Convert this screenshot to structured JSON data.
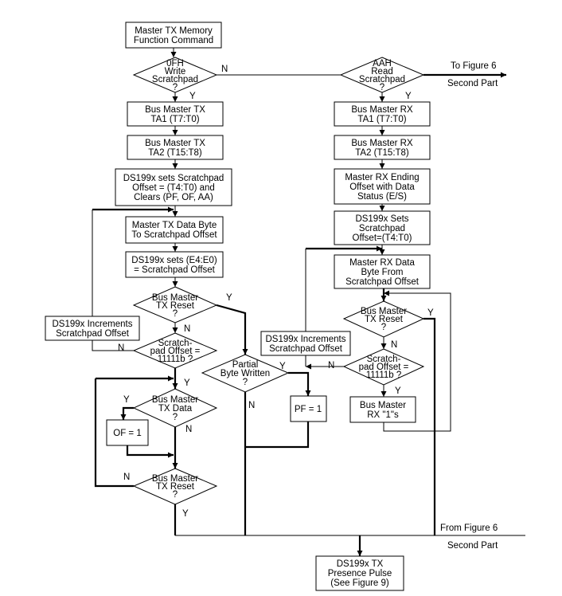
{
  "nodes": {
    "start": [
      "Master TX Memory",
      "Function Command"
    ],
    "write_scratchpad": [
      "0FH",
      "Write",
      "Scratchpad",
      "?"
    ],
    "read_scratchpad": [
      "AAH",
      "Read",
      "Scratchpad",
      "?"
    ],
    "tx_ta1": [
      "Bus Master TX",
      "TA1 (T7:T0)"
    ],
    "tx_ta2": [
      "Bus Master TX",
      "TA2 (T15:T8)"
    ],
    "sets_offset": [
      "DS199x sets Scratchpad",
      "Offset = (T4:T0) and",
      "Clears (PF, OF, AA)"
    ],
    "tx_data_byte": [
      "Master TX Data Byte",
      "To Scratchpad Offset"
    ],
    "sets_e4e0": [
      "DS199x sets (E4:E0)",
      "= Scratchpad Offset"
    ],
    "tx_reset_1": [
      "Bus Master",
      "TX Reset",
      "?"
    ],
    "increments_1": [
      "DS199x Increments",
      "Scratchpad Offset"
    ],
    "offset_check_1": [
      "Scratch-",
      "pad Offset =",
      "11111b ?"
    ],
    "partial_byte": [
      "Partial",
      "Byte Written",
      "?"
    ],
    "pf": [
      "PF = 1"
    ],
    "tx_data_q": [
      "Bus Master",
      "TX Data",
      "?"
    ],
    "of": [
      "OF = 1"
    ],
    "tx_reset_2": [
      "Bus Master",
      "TX Reset",
      "?"
    ],
    "rx_ta1": [
      "Bus Master RX",
      "TA1 (T7:T0)"
    ],
    "rx_ta2": [
      "Bus Master RX",
      "TA2 (T15:T8)"
    ],
    "rx_ending_offset": [
      "Master RX Ending",
      "Offset with Data",
      "Status (E/S)"
    ],
    "sets_offset_rx": [
      "DS199x Sets",
      "Scratchpad",
      "Offset=(T4:T0)"
    ],
    "rx_data_byte": [
      "Master RX Data",
      "Byte From",
      "Scratchpad Offset"
    ],
    "rx_reset": [
      "Bus Master",
      "TX Reset",
      "?"
    ],
    "increments_2": [
      "DS199x Increments",
      "Scratchpad Offset"
    ],
    "offset_check_2": [
      "Scratch-",
      "pad Offset =",
      "11111b ?"
    ],
    "rx_ones": [
      "Bus Master",
      "RX \"1\"s"
    ],
    "presence": [
      "DS199x TX",
      "Presence Pulse",
      "(See Figure 9)"
    ]
  },
  "connectors": {
    "to_figure6": "To Figure 6",
    "to_second_part": "Second Part",
    "from_figure6": "From Figure 6",
    "from_second_part": "Second Part"
  },
  "branch_labels": {
    "yes": "Y",
    "no": "N"
  }
}
